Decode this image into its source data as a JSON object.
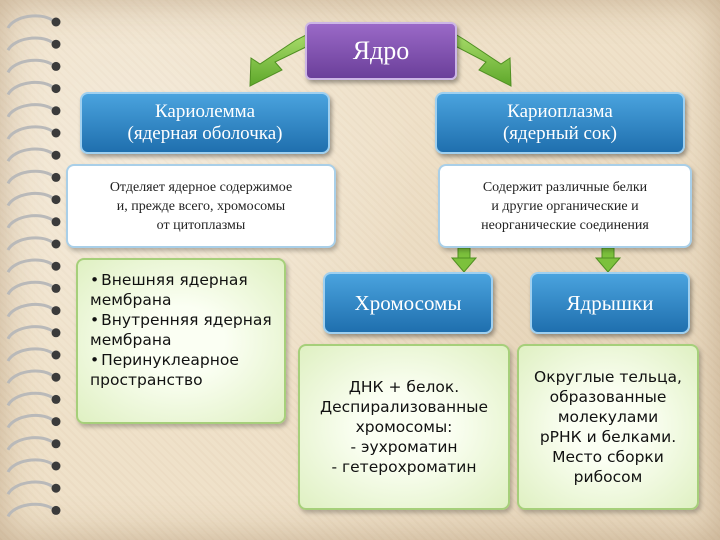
{
  "title": "Ядро",
  "left_branch": {
    "name_line1": "Кариолемма",
    "name_line2": "(ядерная оболочка)",
    "desc_line1": "Отделяет ядерное содержимое",
    "desc_line2": "и, прежде всего, хромосомы",
    "desc_line3": "от цитоплазмы",
    "bullets": [
      "Внешняя ядерная мембрана",
      "Внутренняя ядерная мембрана",
      "Перинуклеарное пространство"
    ]
  },
  "right_branch": {
    "name_line1": "Кариоплазма",
    "name_line2": "(ядерный сок)",
    "desc_line1": "Содержит различные белки",
    "desc_line2": "и другие органические и",
    "desc_line3": "неорганические соединения"
  },
  "chromosomes": {
    "label": "Хромосомы",
    "lines": [
      "ДНК + белок.",
      "Деспирализованные",
      "хромосомы:",
      "- эухроматин",
      "- гетерохроматин"
    ]
  },
  "nucleoli": {
    "label": "Ядрышки",
    "lines": [
      "Округлые тельца,",
      "образованные",
      "молекулами",
      "рРНК и белками.",
      "Место сборки",
      "рибосом"
    ]
  },
  "colors": {
    "title_fill": "#7d4fb0",
    "blue_fill": "#2f86c8",
    "arrow_green": "#7cc13c",
    "paper": "#efe1c9"
  }
}
